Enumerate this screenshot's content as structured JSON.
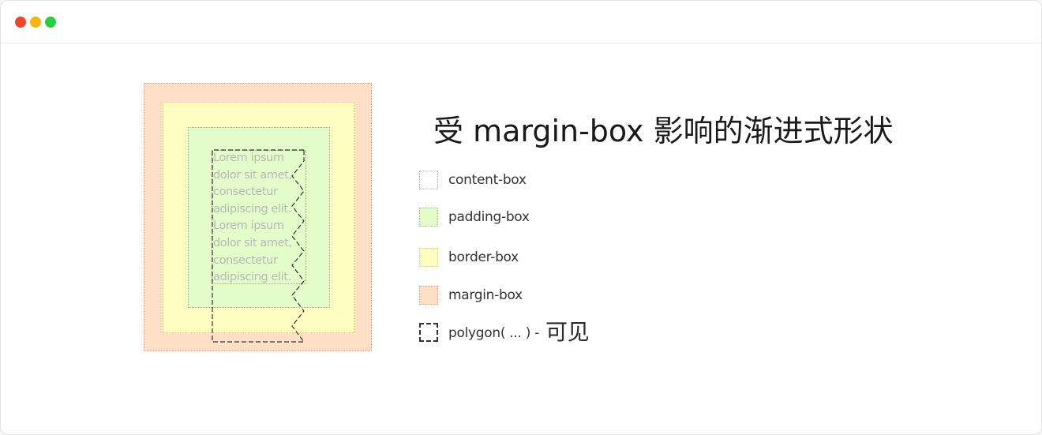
{
  "window": {
    "controls": [
      {
        "name": "close",
        "color": "#e8472a"
      },
      {
        "name": "minimize",
        "color": "#f6b417"
      },
      {
        "name": "maximize",
        "color": "#2bcb45"
      }
    ]
  },
  "demo": {
    "lorem_lines": [
      "Lorem ipsum",
      "dolor sit amet,",
      "consectetur",
      "adipiscing elit.",
      "Lorem ipsum",
      "dolor sit amet,",
      "consectetur",
      "adipiscing elit."
    ],
    "colors": {
      "margin_box": "#ffe0c7",
      "border_box": "#fffdc2",
      "padding_box": "#e3fcc9",
      "polygon_stroke": "#333333"
    }
  },
  "heading": "受 margin-box 影响的渐进式形状",
  "legend": [
    {
      "label": "content-box",
      "swatch_fill": "#ffffff",
      "swatch_border": "#a8a8a8",
      "swatch_style": "dotted"
    },
    {
      "label": "padding-box",
      "swatch_fill": "#e3fcc9",
      "swatch_border": "#9fbf8a",
      "swatch_style": "dotted"
    },
    {
      "label": "border-box",
      "swatch_fill": "#fffdc2",
      "swatch_border": "#d6cf7c",
      "swatch_style": "dotted"
    },
    {
      "label": "margin-box",
      "swatch_fill": "#ffe0c7",
      "swatch_border": "#c9a489",
      "swatch_style": "dotted"
    },
    {
      "label": "polygon( ... ) -",
      "suffix": "可见",
      "swatch_fill": "#ffffff",
      "swatch_border": "#333333",
      "swatch_style": "dashed"
    }
  ]
}
